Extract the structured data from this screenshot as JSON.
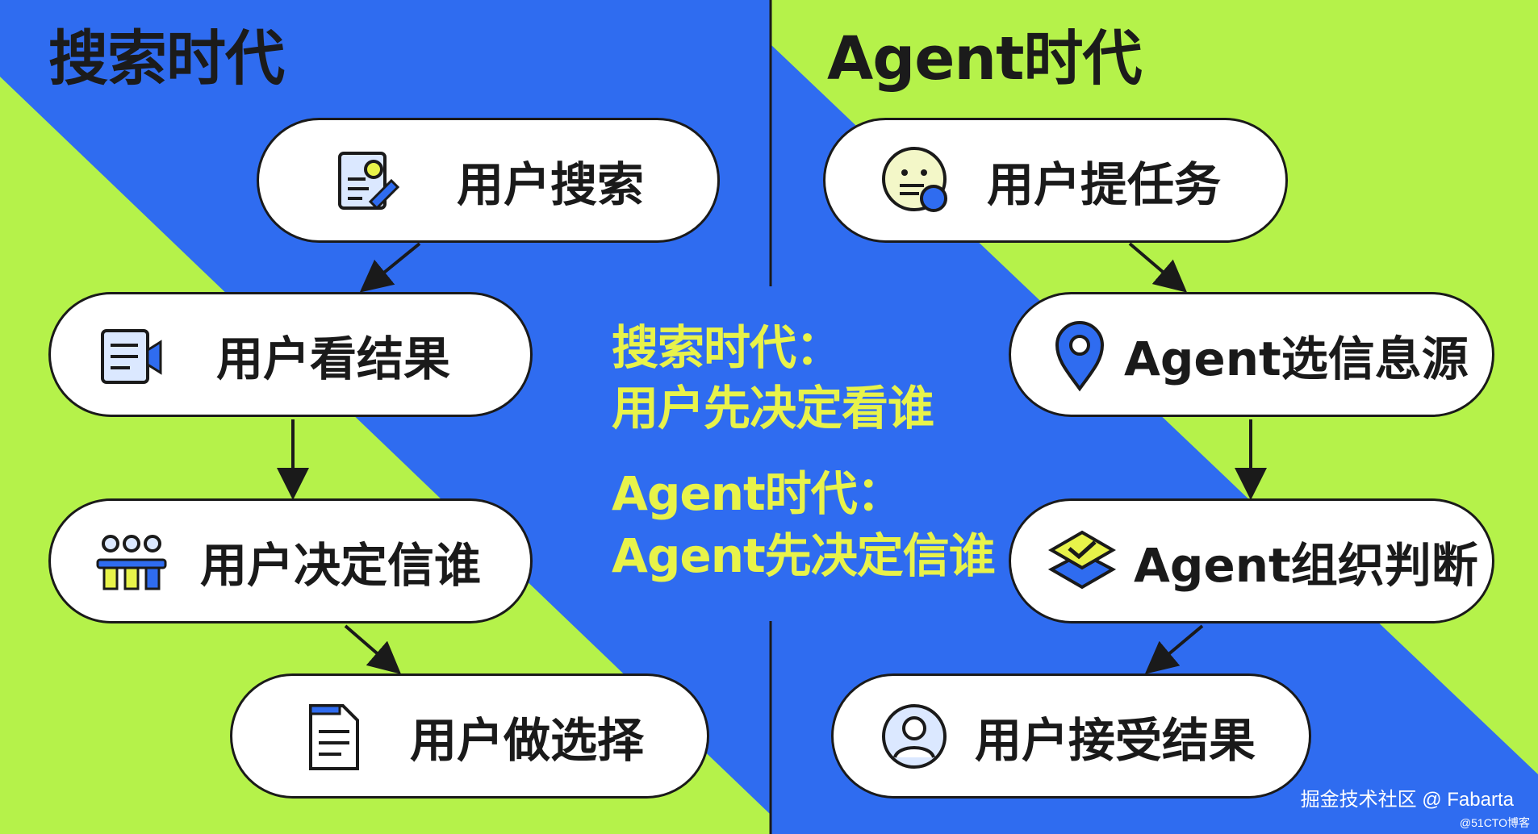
{
  "colors": {
    "blue": "#2f6cf0",
    "lime": "#b5f24a",
    "yellow_text": "#e8f34a",
    "icon_blue": "#2f6cf0",
    "icon_light": "#dbe8ff"
  },
  "left": {
    "title": "搜索时代",
    "steps": [
      {
        "label": "用户搜索",
        "icon": "document-search-icon"
      },
      {
        "label": "用户看结果",
        "icon": "video-document-icon"
      },
      {
        "label": "用户决定信谁",
        "icon": "people-group-icon"
      },
      {
        "label": "用户做选择",
        "icon": "file-icon"
      }
    ]
  },
  "right": {
    "title": "Agent时代",
    "steps": [
      {
        "label": "用户提任务",
        "icon": "face-chat-icon"
      },
      {
        "label": "Agent选信息源",
        "icon": "location-pin-icon"
      },
      {
        "label": "Agent组织判断",
        "icon": "layers-check-icon"
      },
      {
        "label": "用户接受结果",
        "icon": "user-avatar-icon"
      }
    ]
  },
  "center": {
    "line1": "搜索时代：",
    "line2": "用户先决定看谁",
    "line3": "Agent时代：",
    "line4": "Agent先决定信谁"
  },
  "watermark": {
    "main": "掘金技术社区 @ Fabarta",
    "sub": "@51CTO博客"
  }
}
